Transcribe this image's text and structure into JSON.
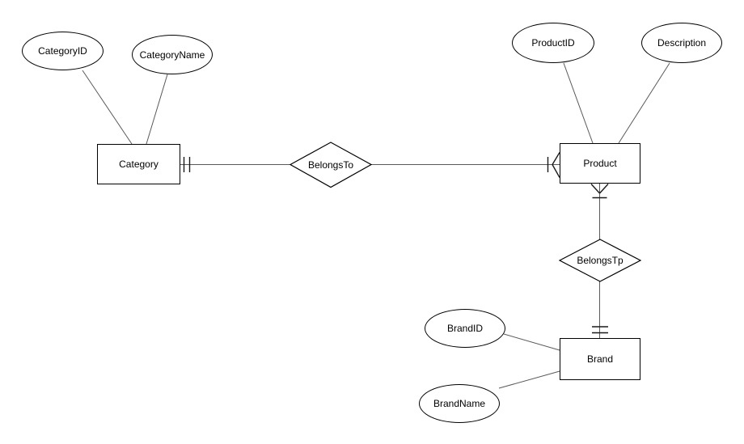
{
  "diagram": {
    "type": "entity-relationship",
    "background_color": "#ffffff"
  },
  "colors": {
    "shape_stroke": "#000000",
    "connector_stroke": "#595959",
    "shape_fill": "#ffffff",
    "text": "#000000"
  },
  "nodes": {
    "category": {
      "label": "Category",
      "type": "entity"
    },
    "product": {
      "label": "Product",
      "type": "entity"
    },
    "brand": {
      "label": "Brand",
      "type": "entity"
    },
    "category_id": {
      "label": "CategoryID",
      "type": "attribute",
      "of": "Category"
    },
    "category_name": {
      "label": "CategoryName",
      "type": "attribute",
      "of": "Category"
    },
    "product_id": {
      "label": "ProductID",
      "type": "attribute",
      "of": "Product"
    },
    "description": {
      "label": "Description",
      "type": "attribute",
      "of": "Product"
    },
    "brand_id": {
      "label": "BrandID",
      "type": "attribute",
      "of": "Brand"
    },
    "brand_name": {
      "label": "BrandName",
      "type": "attribute",
      "of": "Brand"
    },
    "belongs_to": {
      "label": "BelongsTo",
      "type": "relationship",
      "from": "Category",
      "to": "Product",
      "from_cardinality": "one-and-only-one (||)",
      "to_cardinality": "one-to-many (crow's foot with tick)"
    },
    "belongs_tp": {
      "label": "BelongsTp",
      "type": "relationship",
      "from": "Product",
      "to": "Brand",
      "from_cardinality": "one-to-many (crow's foot with tick)",
      "to_cardinality": "one-and-only-one (double tick)"
    }
  }
}
